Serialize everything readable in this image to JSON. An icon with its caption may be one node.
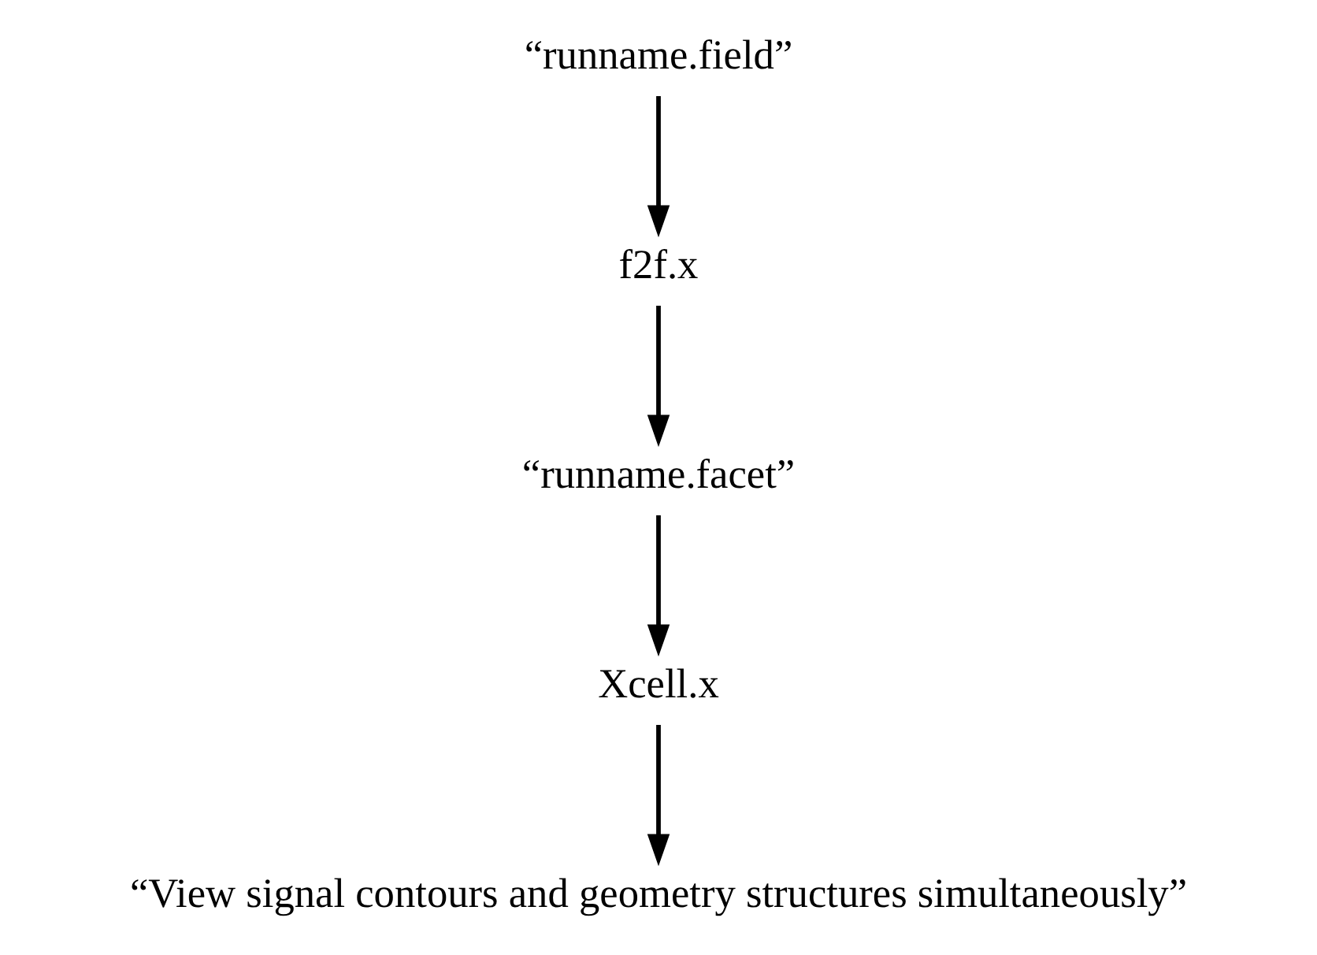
{
  "diagram": {
    "nodes": [
      {
        "text": [
          "“runname.field”"
        ]
      },
      {
        "text": [
          "f2f.x"
        ]
      },
      {
        "text": [
          "“runname.facet”"
        ]
      },
      {
        "text": [
          "Xcell.x"
        ]
      },
      {
        "text": [
          "“View signal contours and geometry structures simultaneously”"
        ]
      }
    ],
    "edges": [
      {
        "from": 0,
        "to": 1,
        "arrow": "to"
      },
      {
        "from": 1,
        "to": 2,
        "arrow": "to"
      },
      {
        "from": 2,
        "to": 3,
        "arrow": "to"
      },
      {
        "from": 3,
        "to": 4,
        "arrow": "to"
      }
    ]
  }
}
